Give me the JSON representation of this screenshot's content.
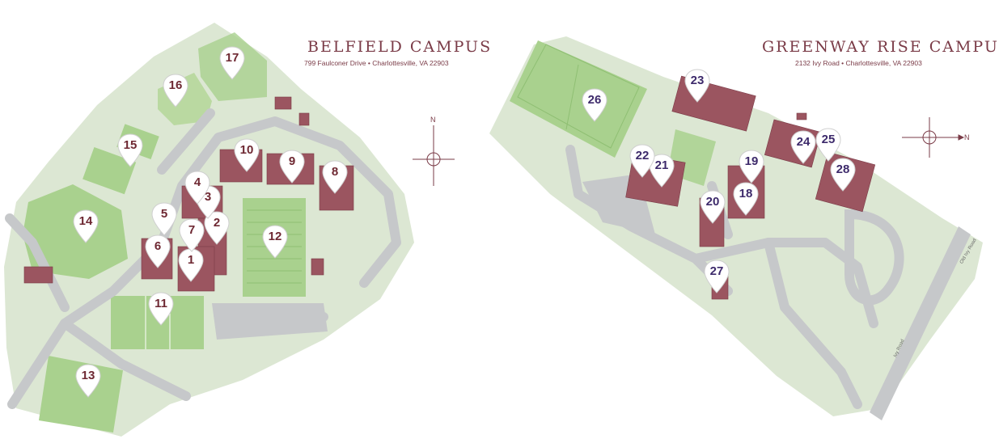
{
  "belfield": {
    "title": "BELFIELD CAMPUS",
    "address": "799 Faulconer Drive • Charlottesville, VA 22903",
    "compass_label": "N",
    "markers": [
      "1",
      "2",
      "3",
      "4",
      "5",
      "6",
      "7",
      "8",
      "9",
      "10",
      "11",
      "12",
      "13",
      "14",
      "15",
      "16",
      "17"
    ]
  },
  "greenway": {
    "title": "GREENWAY RISE CAMPUS",
    "address": "2132 Ivy Road • Charlottesville, VA 22903",
    "compass_label": "N",
    "markers": [
      "18",
      "19",
      "20",
      "21",
      "22",
      "23",
      "24",
      "25",
      "26",
      "27",
      "28"
    ],
    "road_labels": [
      "Old Ivy Road",
      "Ivy Road"
    ]
  },
  "colors": {
    "campus_ground": "#dce7d3",
    "field_green": "#a9d18e",
    "road": "#c6c8ca",
    "building": "#9b5560",
    "building_roof": "#b56f77",
    "path": "#f2e6bd",
    "belfield_marker_text": "#6e2832",
    "greenway_marker_text": "#3d2a6b",
    "title": "#7a3b47"
  }
}
